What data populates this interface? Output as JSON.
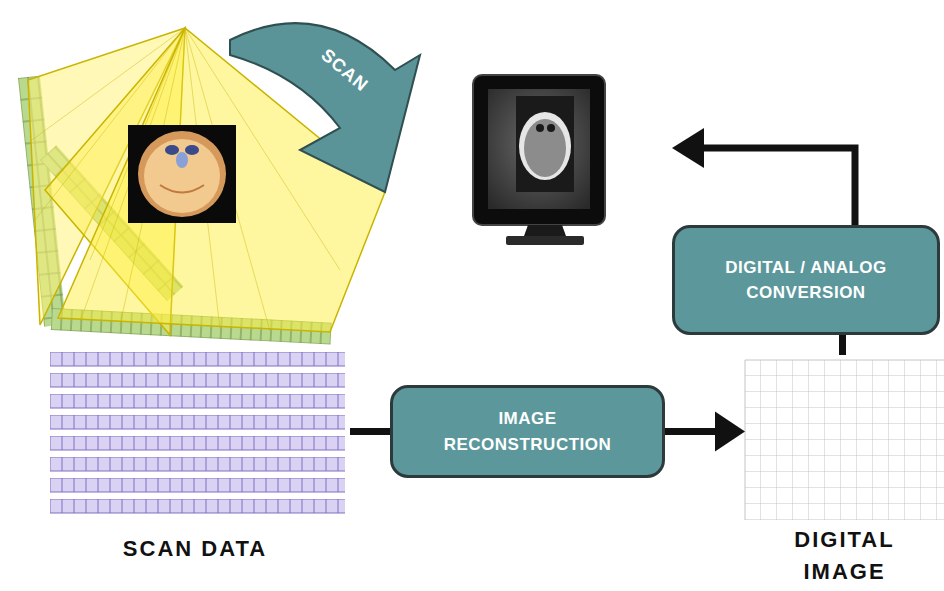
{
  "diagram": {
    "nodes": [
      {
        "text": [
          "SCAN"
        ]
      },
      {
        "text": [
          "DIGITAL / ANALOG CONVERSION"
        ]
      },
      {
        "text": [
          "SCAN DATA"
        ]
      },
      {
        "text": [
          "IMAGE RECONSTRUCTION"
        ]
      },
      {
        "text": [
          "DIGITAL IMAGE"
        ]
      }
    ],
    "edges": [
      {
        "from": 2,
        "to": 3,
        "arrow": "none"
      },
      {
        "from": 3,
        "to": 4,
        "arrow": "to"
      },
      {
        "from": 4,
        "to": 1,
        "arrow": "none"
      }
    ]
  }
}
